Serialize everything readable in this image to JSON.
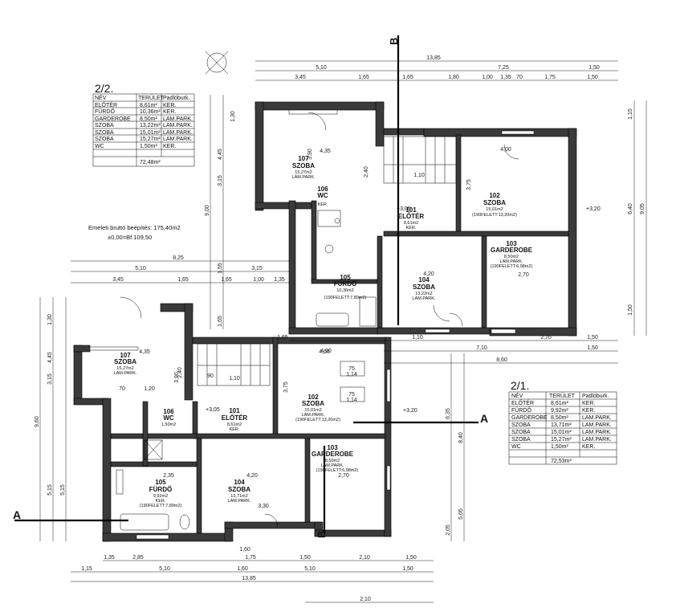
{
  "table_upper": {
    "title": "2/2.",
    "headers": [
      "NÉV",
      "TERÜLET",
      "Padlóburk."
    ],
    "rows": [
      [
        "ELŐTÉR",
        "8,61m²",
        "KER."
      ],
      [
        "FÜRDŐ",
        "10,36m²",
        "KER."
      ],
      [
        "GARDEROBE",
        "8,50m²",
        "LAM.PARK."
      ],
      [
        "SZOBA",
        "13,22m²",
        "LAM.PARK."
      ],
      [
        "SZOBA",
        "15,01m²",
        "LAM.PARK."
      ],
      [
        "SZOBA",
        "15,27m²",
        "LAM.PARK."
      ],
      [
        "WC",
        "1,50m²",
        "KER."
      ]
    ],
    "total": "72,48m²"
  },
  "table_lower": {
    "title": "2/1.",
    "headers": [
      "NÉV",
      "TERÜLET",
      "Padlóburk."
    ],
    "rows": [
      [
        "ELŐTÉR",
        "8,61m²",
        "KER."
      ],
      [
        "FÜRDŐ",
        "9,92m²",
        "KER."
      ],
      [
        "GARDEROBE",
        "8,50m²",
        "LAM.PARK."
      ],
      [
        "SZOBA",
        "13,71m²",
        "LAM.PARK."
      ],
      [
        "SZOBA",
        "15,01m²",
        "LAM.PARK."
      ],
      [
        "SZOBA",
        "15,27m²",
        "LAM.PARK."
      ],
      [
        "WC",
        "1,50m²",
        "KER."
      ]
    ],
    "total": "72,53m²"
  },
  "notes": {
    "gross_area": "Emeleti bruttó beépítés: 175,40m2",
    "datum": "±0,00=Bf.109,50"
  },
  "sections": {
    "a": "A",
    "b": "B"
  },
  "upper_rooms": [
    {
      "no": "107",
      "name": "SZOBA",
      "area": "15,27m2",
      "floor": "LAM.PARK."
    },
    {
      "no": "106",
      "name": "WC",
      "area": "",
      "floor": "KER."
    },
    {
      "no": "101",
      "name": "ELŐTÉR",
      "area": "8,61m2",
      "floor": "KER."
    },
    {
      "no": "102",
      "name": "SZOBA",
      "area": "15,01m2",
      "floor": "(190FELETT:13,20m2)"
    },
    {
      "no": "103",
      "name": "GARDEROBE",
      "area": "8,50m2",
      "floor": "LAM.PARK.",
      "extra": "(190FELETT:6,98m2)"
    },
    {
      "no": "104",
      "name": "SZOBA",
      "area": "13,22m2",
      "floor": "LAM.PARK."
    },
    {
      "no": "105",
      "name": "FÜRDŐ",
      "area": "10,36m2",
      "floor": "(190FELETT:7,89m2)"
    }
  ],
  "lower_rooms": [
    {
      "no": "107",
      "name": "SZOBA",
      "area": "15,27m2",
      "floor": "LAM.PARK."
    },
    {
      "no": "101",
      "name": "ELŐTÉR",
      "area": "8,61m2",
      "floor": "KER."
    },
    {
      "no": "102",
      "name": "SZOBA",
      "area": "15,01m2",
      "floor": "LAM.PARK.",
      "extra": "(190FELETT:13,20m2)"
    },
    {
      "no": "103",
      "name": "GARDEROBE",
      "area": "8,50m2",
      "floor": "LAM.PARK.",
      "extra": "(190FELETT:6,98m2)"
    },
    {
      "no": "104",
      "name": "SZOBA",
      "area": "13,71m2",
      "floor": "LAM.PARK."
    },
    {
      "no": "105",
      "name": "FÜRDŐ",
      "area": "9,92m2",
      "floor": "KER.",
      "extra": "(190FELETT:7,89m2)"
    },
    {
      "no": "106",
      "name": "WC",
      "area": "1,50m2",
      "floor": ""
    }
  ],
  "levels": {
    "upper_stair": "+3,05",
    "upper_right": "+3,20",
    "lower_stair": "+3,05",
    "lower_right": "+3,20"
  },
  "dims_upper_top": {
    "total": "13,85",
    "seg1": [
      "5,10",
      "7,25",
      "1,50"
    ],
    "seg2": [
      "3,45",
      "1,65",
      "1,65",
      "1,80",
      "1,00",
      "1,35",
      "70",
      "1,75",
      "1,50"
    ]
  },
  "dims_upper_mid": {
    "total": "8,25",
    "seg1": [
      "5,10",
      "3,15"
    ],
    "seg2": [
      "3,45",
      "1,65",
      "1,65",
      "1,00",
      "1,35"
    ]
  },
  "dims_upper_bottom": [
    "1,65",
    "4,00",
    "1,10",
    "2,70",
    "1,50"
  ],
  "dims_upper_bottom2": {
    "a": "7,10",
    "b": "1,50",
    "c": "8,60"
  },
  "dims_upper_right": [
    "1,15",
    "6,40",
    "9,05",
    "1,50"
  ],
  "dims_upper_left": [
    "1,30",
    "4,45",
    "3,15",
    "9,00",
    "1,55",
    "1,65"
  ],
  "dims_lower_bottom": {
    "row1": [
      "1,35",
      "2,85",
      "1,75",
      "1,50",
      "2,10",
      "1,50"
    ],
    "row2": [
      "1,15",
      "5,10",
      "1,60",
      "5,10",
      "1,50"
    ],
    "total": "13,85",
    "extra": "2,10",
    "small": "1,60"
  },
  "dims_lower_left": [
    "1,30",
    "4,45",
    "3,15",
    "9,60",
    "5,15",
    "5,15"
  ],
  "dims_lower_right": [
    "6,35",
    "8,40",
    "5,05",
    "2,05"
  ],
  "dims_small": [
    "4,35",
    "3,90",
    "2,40",
    "1,10",
    "4,20",
    "2,35",
    "2,70",
    "4,00",
    "3,75",
    "1,20",
    "70",
    "90",
    "75",
    "1,14",
    "3,30"
  ]
}
